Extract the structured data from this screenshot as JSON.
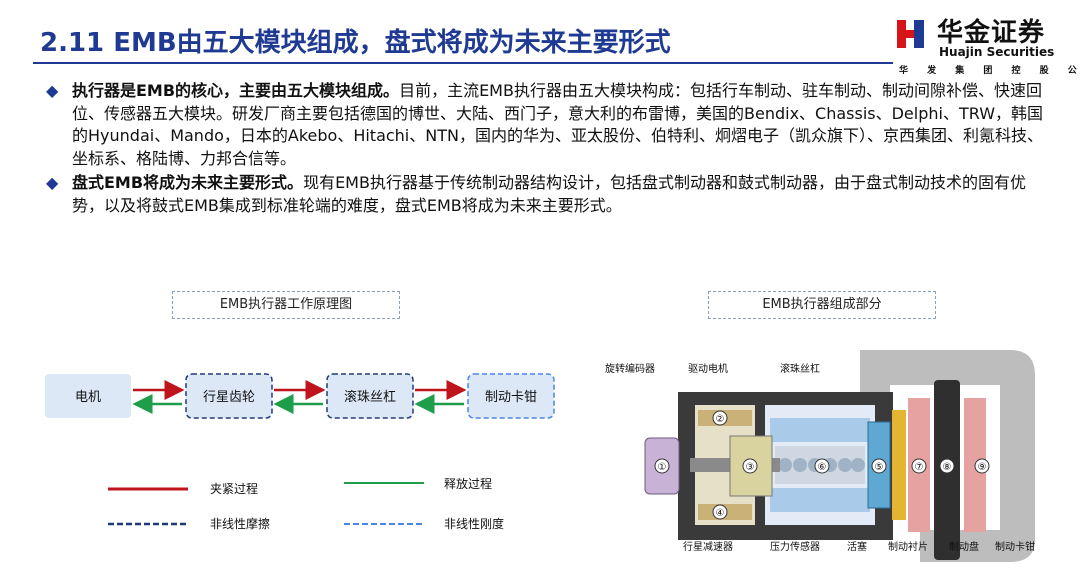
{
  "page": {
    "title": "2.11 EMB由五大模块组成，盘式将成为未来主要形式"
  },
  "logo": {
    "name_cn": "华金证券",
    "name_en": "Huajin Securities",
    "subtitle": "华 发 集 团 控 股 公 司",
    "colors": {
      "red": "#d7141a",
      "navy": "#1f3a93"
    }
  },
  "bullets": [
    {
      "bold": "执行器是EMB的核心，主要由五大模块组成。",
      "text": "目前，主流EMB执行器由五大模块构成：包括行车制动、驻车制动、制动间隙补偿、快速回位、传感器五大模块。研发厂商主要包括德国的博世、大陆、西门子，意大利的布雷博，美国的Bendix、Chassis、Delphi、TRW，韩国的Hyundai、Mando，日本的Akebo、Hitachi、NTN，国内的华为、亚太股份、伯特利、炯熠电子（凯众旗下）、京西集团、利氪科技、坐标系、格陆博、力邦合信等。"
    },
    {
      "bold": "盘式EMB将成为未来主要形式。",
      "text": "现有EMB执行器基于传统制动器结构设计，包括盘式制动器和鼓式制动器，由于盘式制动技术的固有优势，以及将鼓式EMB集成到标准轮端的难度，盘式EMB将成为未来主要形式。"
    }
  ],
  "diagram": {
    "caption": "EMB执行器工作原理图",
    "nodes": [
      "电机",
      "行星齿轮",
      "滚珠丝杠",
      "制动卡钳"
    ],
    "legend": {
      "clamp": "夹紧过程",
      "release": "释放过程",
      "friction": "非线性摩擦",
      "stiffness": "非线性刚度"
    },
    "colors": {
      "clamp": "#c0141c",
      "release": "#1e9e4a",
      "friction": "#1f3a7a",
      "stiffness": "#4a86e8",
      "node_fill": "#dde8f7"
    }
  },
  "components": {
    "caption": "EMB执行器组成部分",
    "top_labels": [
      "旋转编码器",
      "驱动电机",
      "滚珠丝杠"
    ],
    "bottom_labels": [
      "行星减速器",
      "压力传感器",
      "活塞",
      "制动衬片",
      "制动盘",
      "制动卡钳"
    ],
    "markers": [
      "①",
      "②",
      "③",
      "④",
      "⑤",
      "⑥",
      "⑦",
      "⑧",
      "⑨"
    ]
  }
}
